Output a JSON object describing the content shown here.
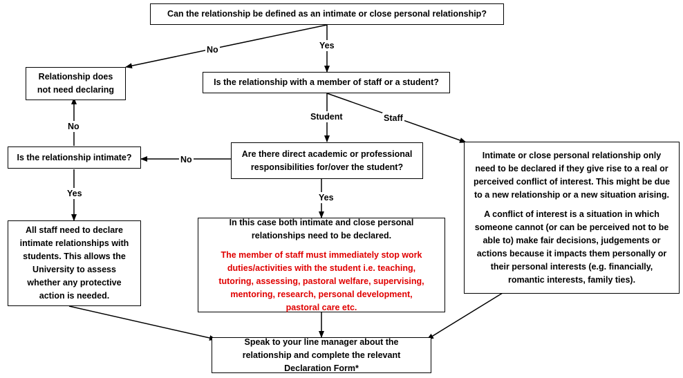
{
  "colors": {
    "line": "#000000",
    "warning_text": "#e00000"
  },
  "nodes": {
    "q_intimate_close": "Can the relationship be defined as an intimate or close personal relationship?",
    "no_declare": "Relationship does not need declaring",
    "q_staff_student": "Is the relationship with a member of staff or a student?",
    "q_is_intimate": "Is the relationship intimate?",
    "q_responsibilities": "Are there direct academic or professional responsibilities for/over the student?",
    "staff_info_p1": "Intimate or close personal relationship only need to be declared if they give rise to a real or perceived conflict of interest. This might be due to a new relationship or a new situation arising.",
    "staff_info_p2": "A conflict of interest is a situation in which someone cannot (or can be perceived not to be able to) make fair decisions, judgements or actions because it impacts them personally or their personal interests (e.g. financially, romantic interests, family ties).",
    "all_staff_declare": "All staff need to declare intimate relationships with students. This allows the University to assess whether any protective action is needed.",
    "both_declared": "In this case both intimate and close personal relationships need to be declared.",
    "stop_work": "The member of staff must immediately stop work duties/activities with the student i.e. teaching, tutoring, assessing, pastoral welfare, supervising, mentoring, research, personal development, pastoral care etc.",
    "speak_manager": "Speak to your line manager about the relationship and complete the relevant Declaration Form*"
  },
  "edge_labels": {
    "no_top": "No",
    "yes_top": "Yes",
    "student": "Student",
    "staff": "Staff",
    "no_left_up": "No",
    "no_middle": "No",
    "yes_left": "Yes",
    "yes_middle": "Yes"
  }
}
